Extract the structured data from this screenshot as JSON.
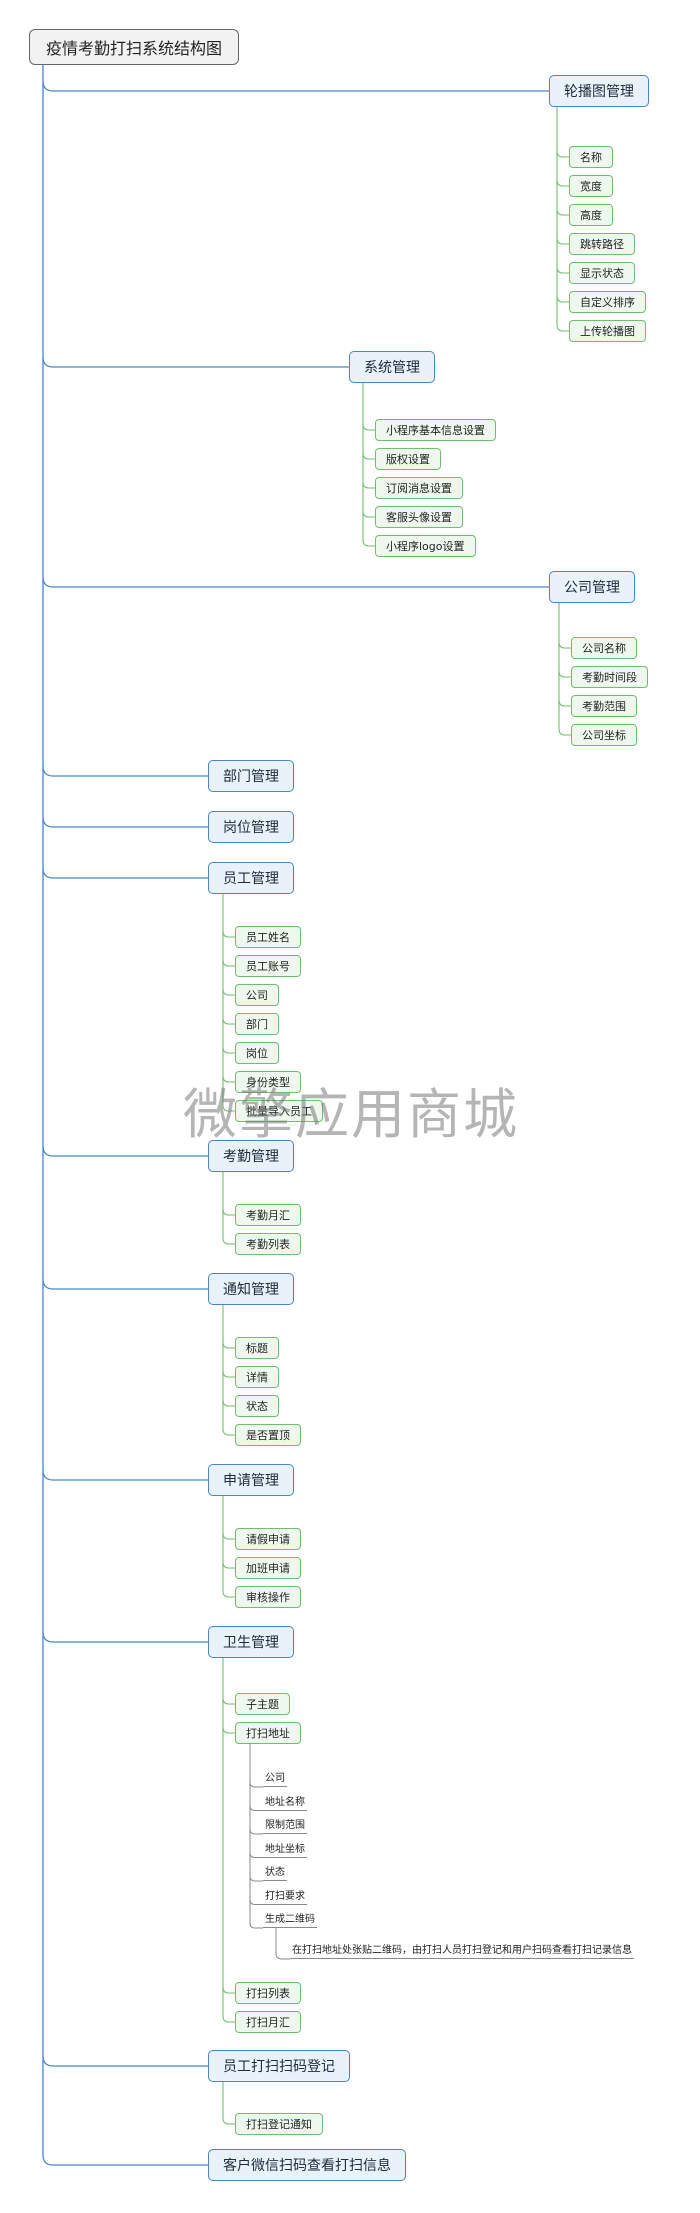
{
  "root": "疫情考勤打扫系统结构图",
  "branches": [
    {
      "id": "carousel",
      "label": "轮播图管理",
      "items": [
        "名称",
        "宽度",
        "高度",
        "跳转路径",
        "显示状态",
        "自定义排序",
        "上传轮播图"
      ]
    },
    {
      "id": "system",
      "label": "系统管理",
      "items": [
        "小程序基本信息设置",
        "版权设置",
        "订阅消息设置",
        "客服头像设置",
        "小程序logo设置"
      ]
    },
    {
      "id": "company",
      "label": "公司管理",
      "items": [
        "公司名称",
        "考勤时间段",
        "考勤范围",
        "公司坐标"
      ]
    },
    {
      "id": "department",
      "label": "部门管理",
      "items": []
    },
    {
      "id": "position",
      "label": "岗位管理",
      "items": []
    },
    {
      "id": "employee",
      "label": "员工管理",
      "items": [
        "员工姓名",
        "员工账号",
        "公司",
        "部门",
        "岗位",
        "身份类型",
        "批量导入员工"
      ]
    },
    {
      "id": "attendance",
      "label": "考勤管理",
      "items": [
        "考勤月汇",
        "考勤列表"
      ]
    },
    {
      "id": "notice",
      "label": "通知管理",
      "items": [
        "标题",
        "详情",
        "状态",
        "是否置顶"
      ]
    },
    {
      "id": "application",
      "label": "申请管理",
      "items": [
        "请假申请",
        "加班申请",
        "审核操作"
      ]
    },
    {
      "id": "hygiene",
      "label": "卫生管理",
      "items": [
        "子主题",
        "打扫地址",
        "打扫列表",
        "打扫月汇"
      ]
    },
    {
      "id": "scan",
      "label": "员工打扫扫码登记",
      "items": [
        "打扫登记通知"
      ]
    },
    {
      "id": "customer",
      "label": "客户微信扫码查看打扫信息",
      "items": []
    }
  ],
  "address_items": [
    "公司",
    "地址名称",
    "限制范围",
    "地址坐标",
    "状态",
    "打扫要求",
    "生成二维码"
  ],
  "qr_note": "在打扫地址处张贴二维码，由打扫人员打扫登记和用户扫码查看打扫记录信息",
  "watermark": "微擎应用商城",
  "colors": {
    "main_border": "#4a86c5",
    "leaf_border": "#6fbf6f",
    "root_border": "#666666"
  }
}
